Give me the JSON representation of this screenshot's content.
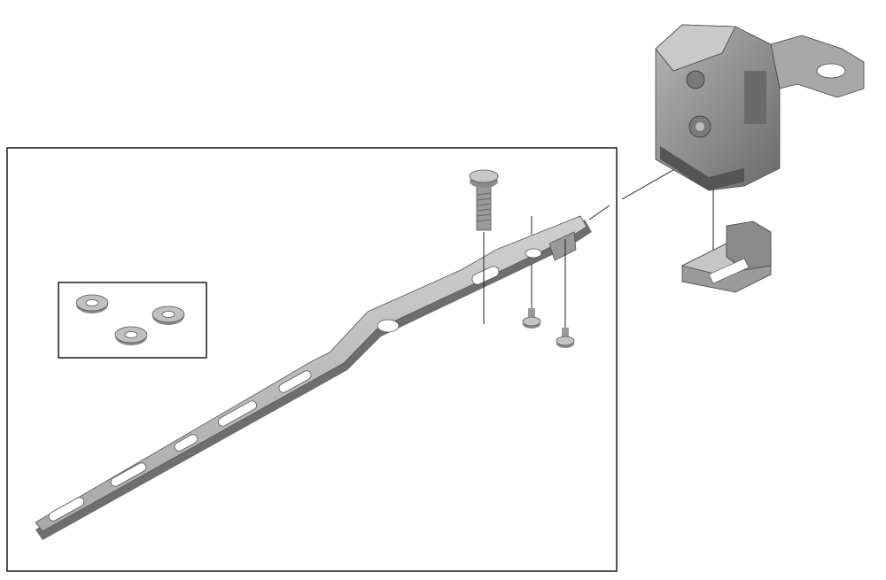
{
  "diagram": {
    "type": "exploded-parts-view",
    "colors": {
      "background": "#ffffff",
      "frame": "#1a1a1a",
      "part_light": "#c4c4c4",
      "part_mid": "#9a9a9a",
      "part_dark": "#5a5a5a",
      "leader_line": "#222222"
    },
    "parts": [
      {
        "name": "mounting-strap"
      },
      {
        "name": "bolt"
      },
      {
        "name": "small-screw-1"
      },
      {
        "name": "small-screw-2"
      },
      {
        "name": "washer-1"
      },
      {
        "name": "washer-2"
      },
      {
        "name": "washer-3"
      },
      {
        "name": "mechanism-body"
      },
      {
        "name": "clip-part"
      }
    ]
  }
}
